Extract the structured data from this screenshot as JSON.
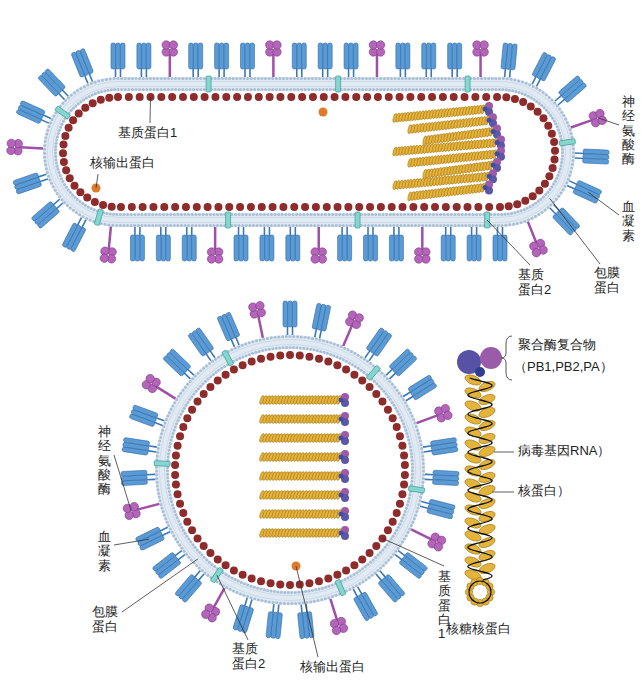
{
  "diagram": {
    "labels": [
      "基质蛋白1",
      "核输出蛋白",
      "神经氨酸酶",
      "血凝素",
      "包膜蛋白",
      "基质蛋白2",
      "神经氨酸酶",
      "血凝素",
      "包膜蛋白",
      "基质蛋白2",
      "核输出蛋白",
      "基质蛋白1",
      "聚合酶复合物",
      "（PB1,PB2,PA）",
      "病毒基因RNA）",
      "核蛋白）",
      "核糖核蛋白"
    ]
  }
}
